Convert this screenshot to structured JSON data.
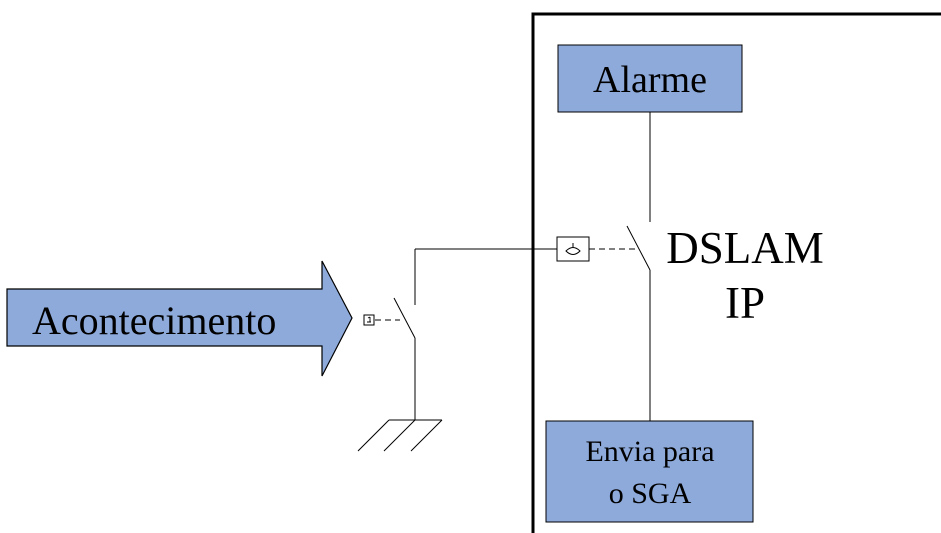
{
  "arrow": {
    "label": "Acontecimento"
  },
  "device": {
    "label_line1": "DSLAM",
    "label_line2": "IP"
  },
  "boxes": {
    "alarm": "Alarme",
    "send_line1": "Envia para",
    "send_line2": "o SGA"
  },
  "colors": {
    "box_fill": "#8eaadb",
    "stroke": "#000000",
    "background": "#ffffff"
  }
}
